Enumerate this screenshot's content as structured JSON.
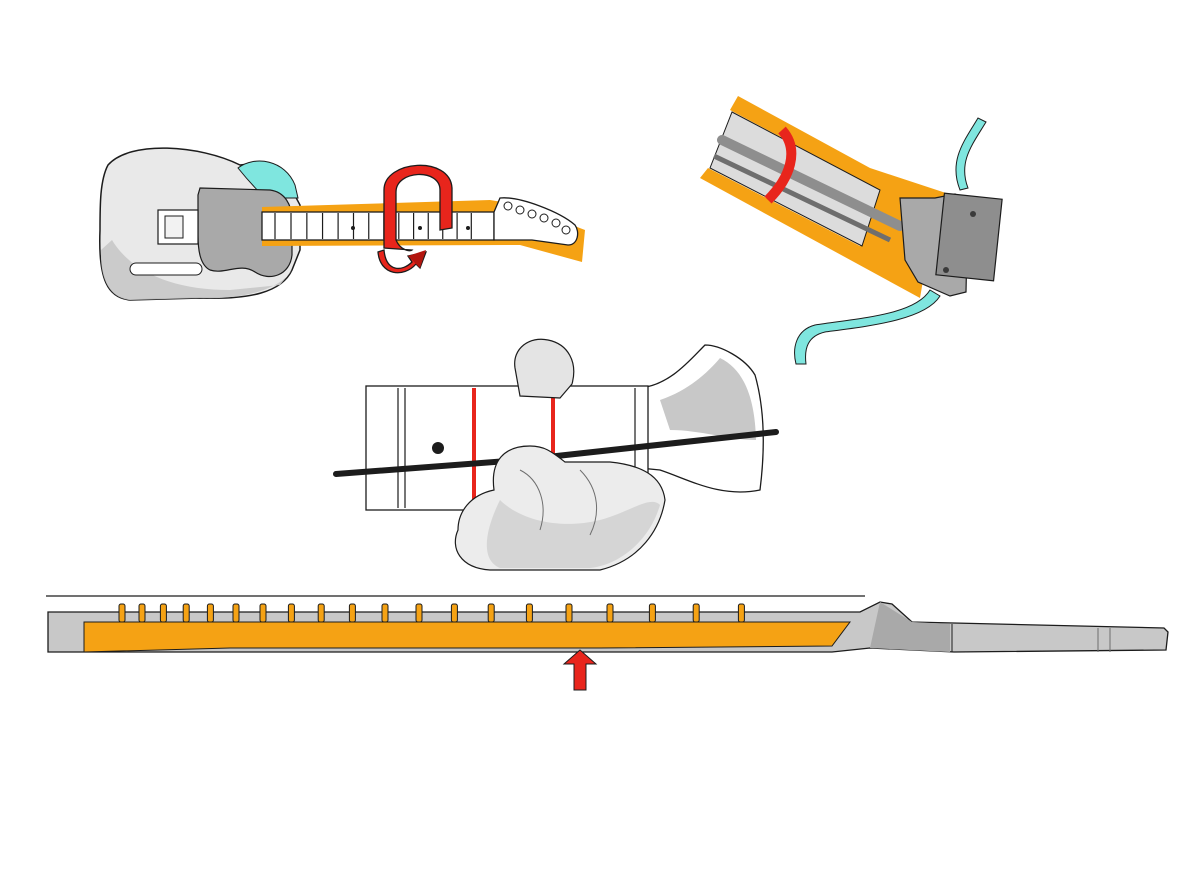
{
  "colors": {
    "ink": "#1c1c1c",
    "gray_body": "#c8c8c8",
    "gray_dark": "#8e8e8e",
    "orange": "#f5a214",
    "red": "#e8251c",
    "teal": "#7fe6df",
    "fretboard_white": "#ffffff",
    "skin_shade": "#bdbdbd"
  },
  "figures": [
    {
      "name": "guitar-neck-relief-overview",
      "icon": "guitar-icon"
    },
    {
      "name": "truss-rod-adjust-closeup",
      "icon": "allen-wrench-icon"
    },
    {
      "name": "fret-gap-check",
      "icon": "hand-icon"
    },
    {
      "name": "neck-side-profile",
      "icon": "neck-profile-icon"
    }
  ],
  "neck_profile": {
    "fret_count": 20
  }
}
